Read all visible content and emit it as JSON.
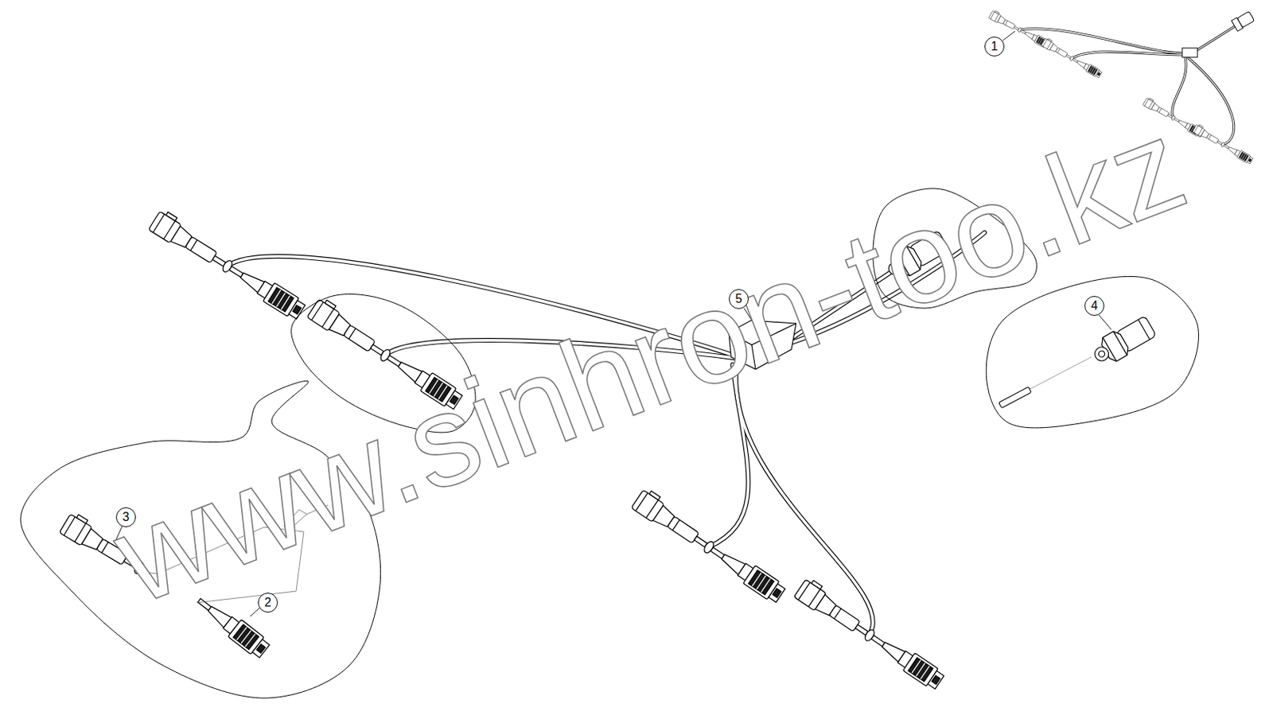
{
  "diagram": {
    "labels": [
      "1",
      "2",
      "3",
      "4",
      "5",
      "www.sinhron-too.kz"
    ]
  }
}
